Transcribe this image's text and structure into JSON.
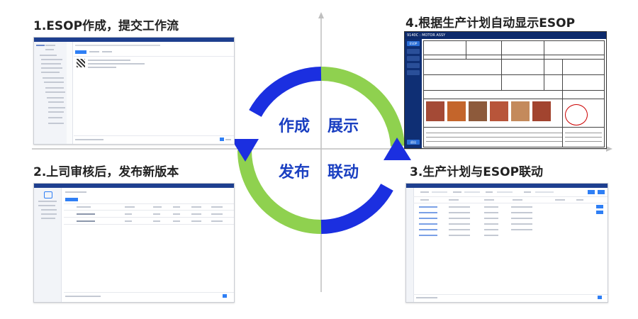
{
  "steps": {
    "s1": "1.ESOP作成，提交工作流",
    "s2": "2.上司审核后，发布新版本",
    "s3": "3.生产计划与ESOP联动",
    "s4": "4.根据生产计划自动显示ESOP"
  },
  "cycle": {
    "create": "作成",
    "display": "展示",
    "publish": "发布",
    "link": "联动"
  },
  "esop": {
    "header": "9140C : MOTOR ASSY",
    "button": "ESOP",
    "exit_button": "退出"
  },
  "colors": {
    "arrow_blue": "#1b2fe0",
    "arrow_green": "#8fd14f",
    "text_blue": "#1a3fc1",
    "axis": "#bfbfbf"
  }
}
